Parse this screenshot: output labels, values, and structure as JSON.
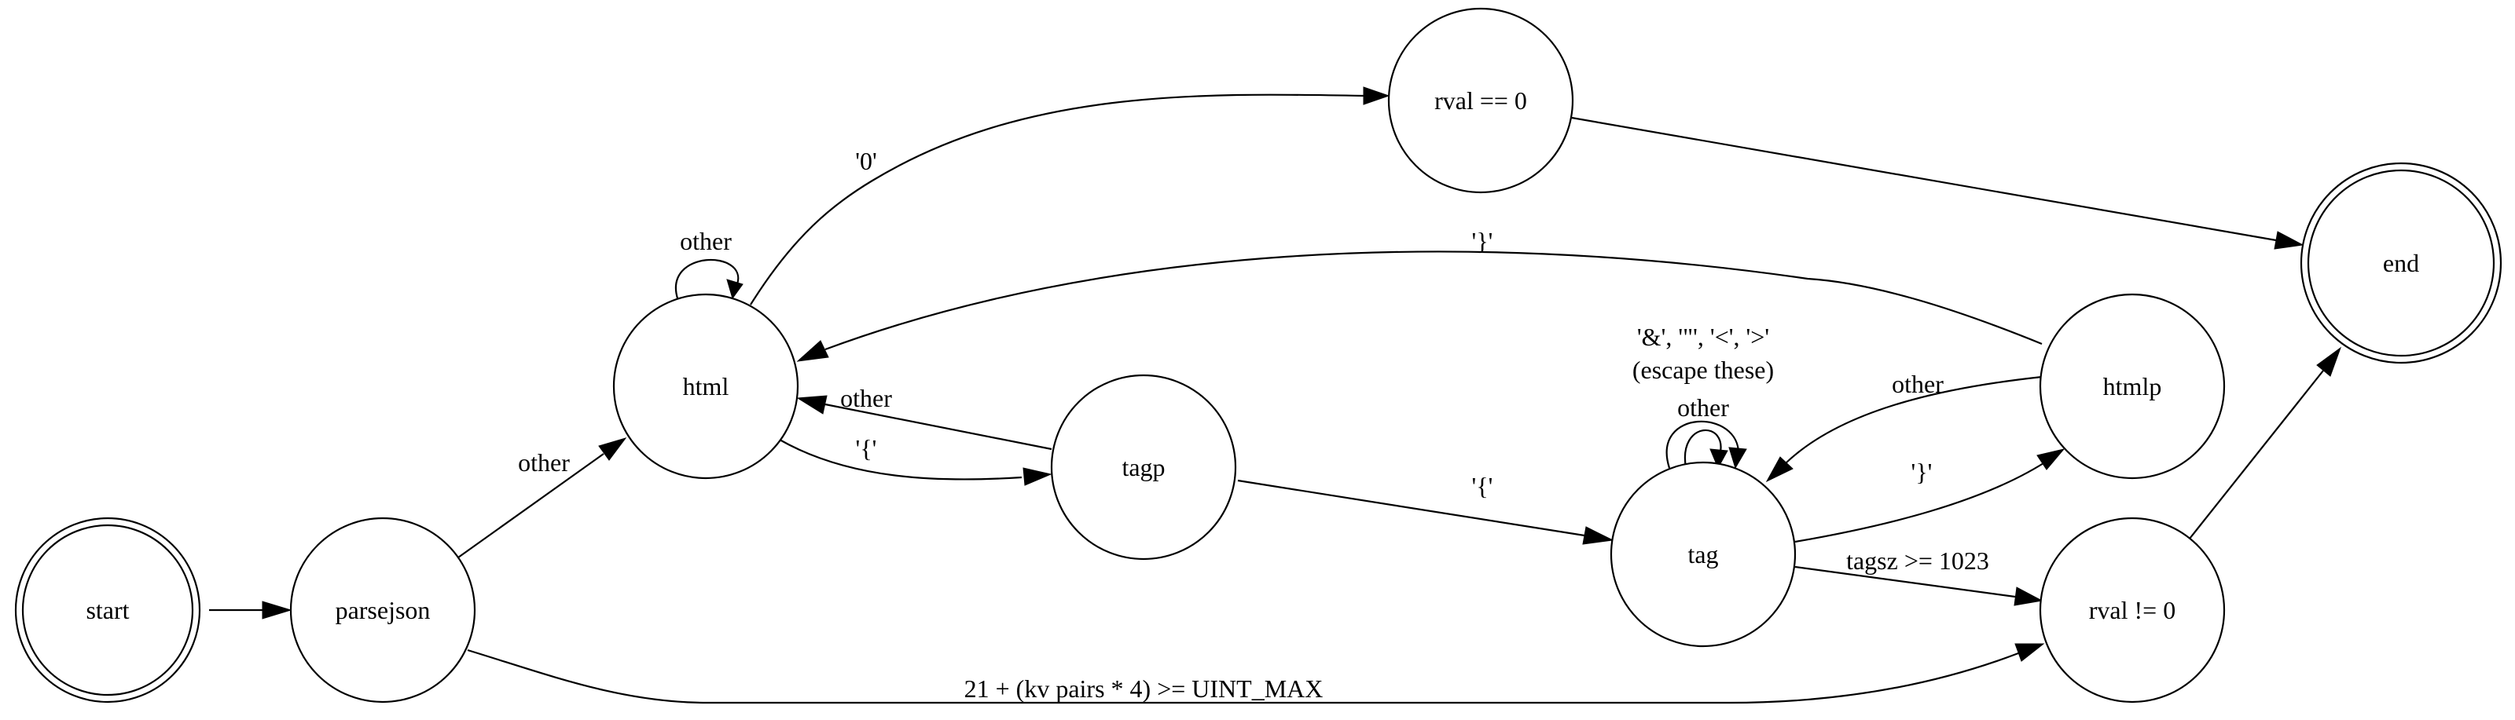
{
  "nodes": [
    {
      "id": "start",
      "label": "start",
      "final": true
    },
    {
      "id": "parsejson",
      "label": "parsejson",
      "final": false
    },
    {
      "id": "html",
      "label": "html",
      "final": false
    },
    {
      "id": "tagp",
      "label": "tagp",
      "final": false
    },
    {
      "id": "tag",
      "label": "tag",
      "final": false
    },
    {
      "id": "htmlp",
      "label": "htmlp",
      "final": false
    },
    {
      "id": "rval_eq",
      "label": "rval == 0",
      "final": false
    },
    {
      "id": "rval_ne",
      "label": "rval != 0",
      "final": false
    },
    {
      "id": "end",
      "label": "end",
      "final": true
    }
  ],
  "edges": [
    {
      "id": "start-parsejson",
      "from": "start",
      "to": "parsejson",
      "label": ""
    },
    {
      "id": "parsejson-html",
      "from": "parsejson",
      "to": "html",
      "label": "other"
    },
    {
      "id": "parsejson-rval_ne",
      "from": "parsejson",
      "to": "rval_ne",
      "label": "21 + (kv pairs * 4) >= UINT_MAX"
    },
    {
      "id": "html-html",
      "from": "html",
      "to": "html",
      "label": "other"
    },
    {
      "id": "html-rval_eq",
      "from": "html",
      "to": "rval_eq",
      "label": "'0'"
    },
    {
      "id": "html-tagp",
      "from": "html",
      "to": "tagp",
      "label": "'{'"
    },
    {
      "id": "tagp-html",
      "from": "tagp",
      "to": "html",
      "label": "other"
    },
    {
      "id": "tagp-tag",
      "from": "tagp",
      "to": "tag",
      "label": "'{'"
    },
    {
      "id": "tag-tag-escape",
      "from": "tag",
      "to": "tag",
      "label": "'&', '\"', '<', '>'",
      "label2": "(escape these)"
    },
    {
      "id": "tag-tag-other",
      "from": "tag",
      "to": "tag",
      "label": "other"
    },
    {
      "id": "tag-htmlp",
      "from": "tag",
      "to": "htmlp",
      "label": "'}'"
    },
    {
      "id": "tag-rval_ne",
      "from": "tag",
      "to": "rval_ne",
      "label": "tagsz >= 1023"
    },
    {
      "id": "htmlp-html",
      "from": "htmlp",
      "to": "html",
      "label": "'}'"
    },
    {
      "id": "htmlp-tag",
      "from": "htmlp",
      "to": "tag",
      "label": "other"
    },
    {
      "id": "rval_eq-end",
      "from": "rval_eq",
      "to": "end",
      "label": ""
    },
    {
      "id": "rval_ne-end",
      "from": "rval_ne",
      "to": "end",
      "label": ""
    }
  ]
}
